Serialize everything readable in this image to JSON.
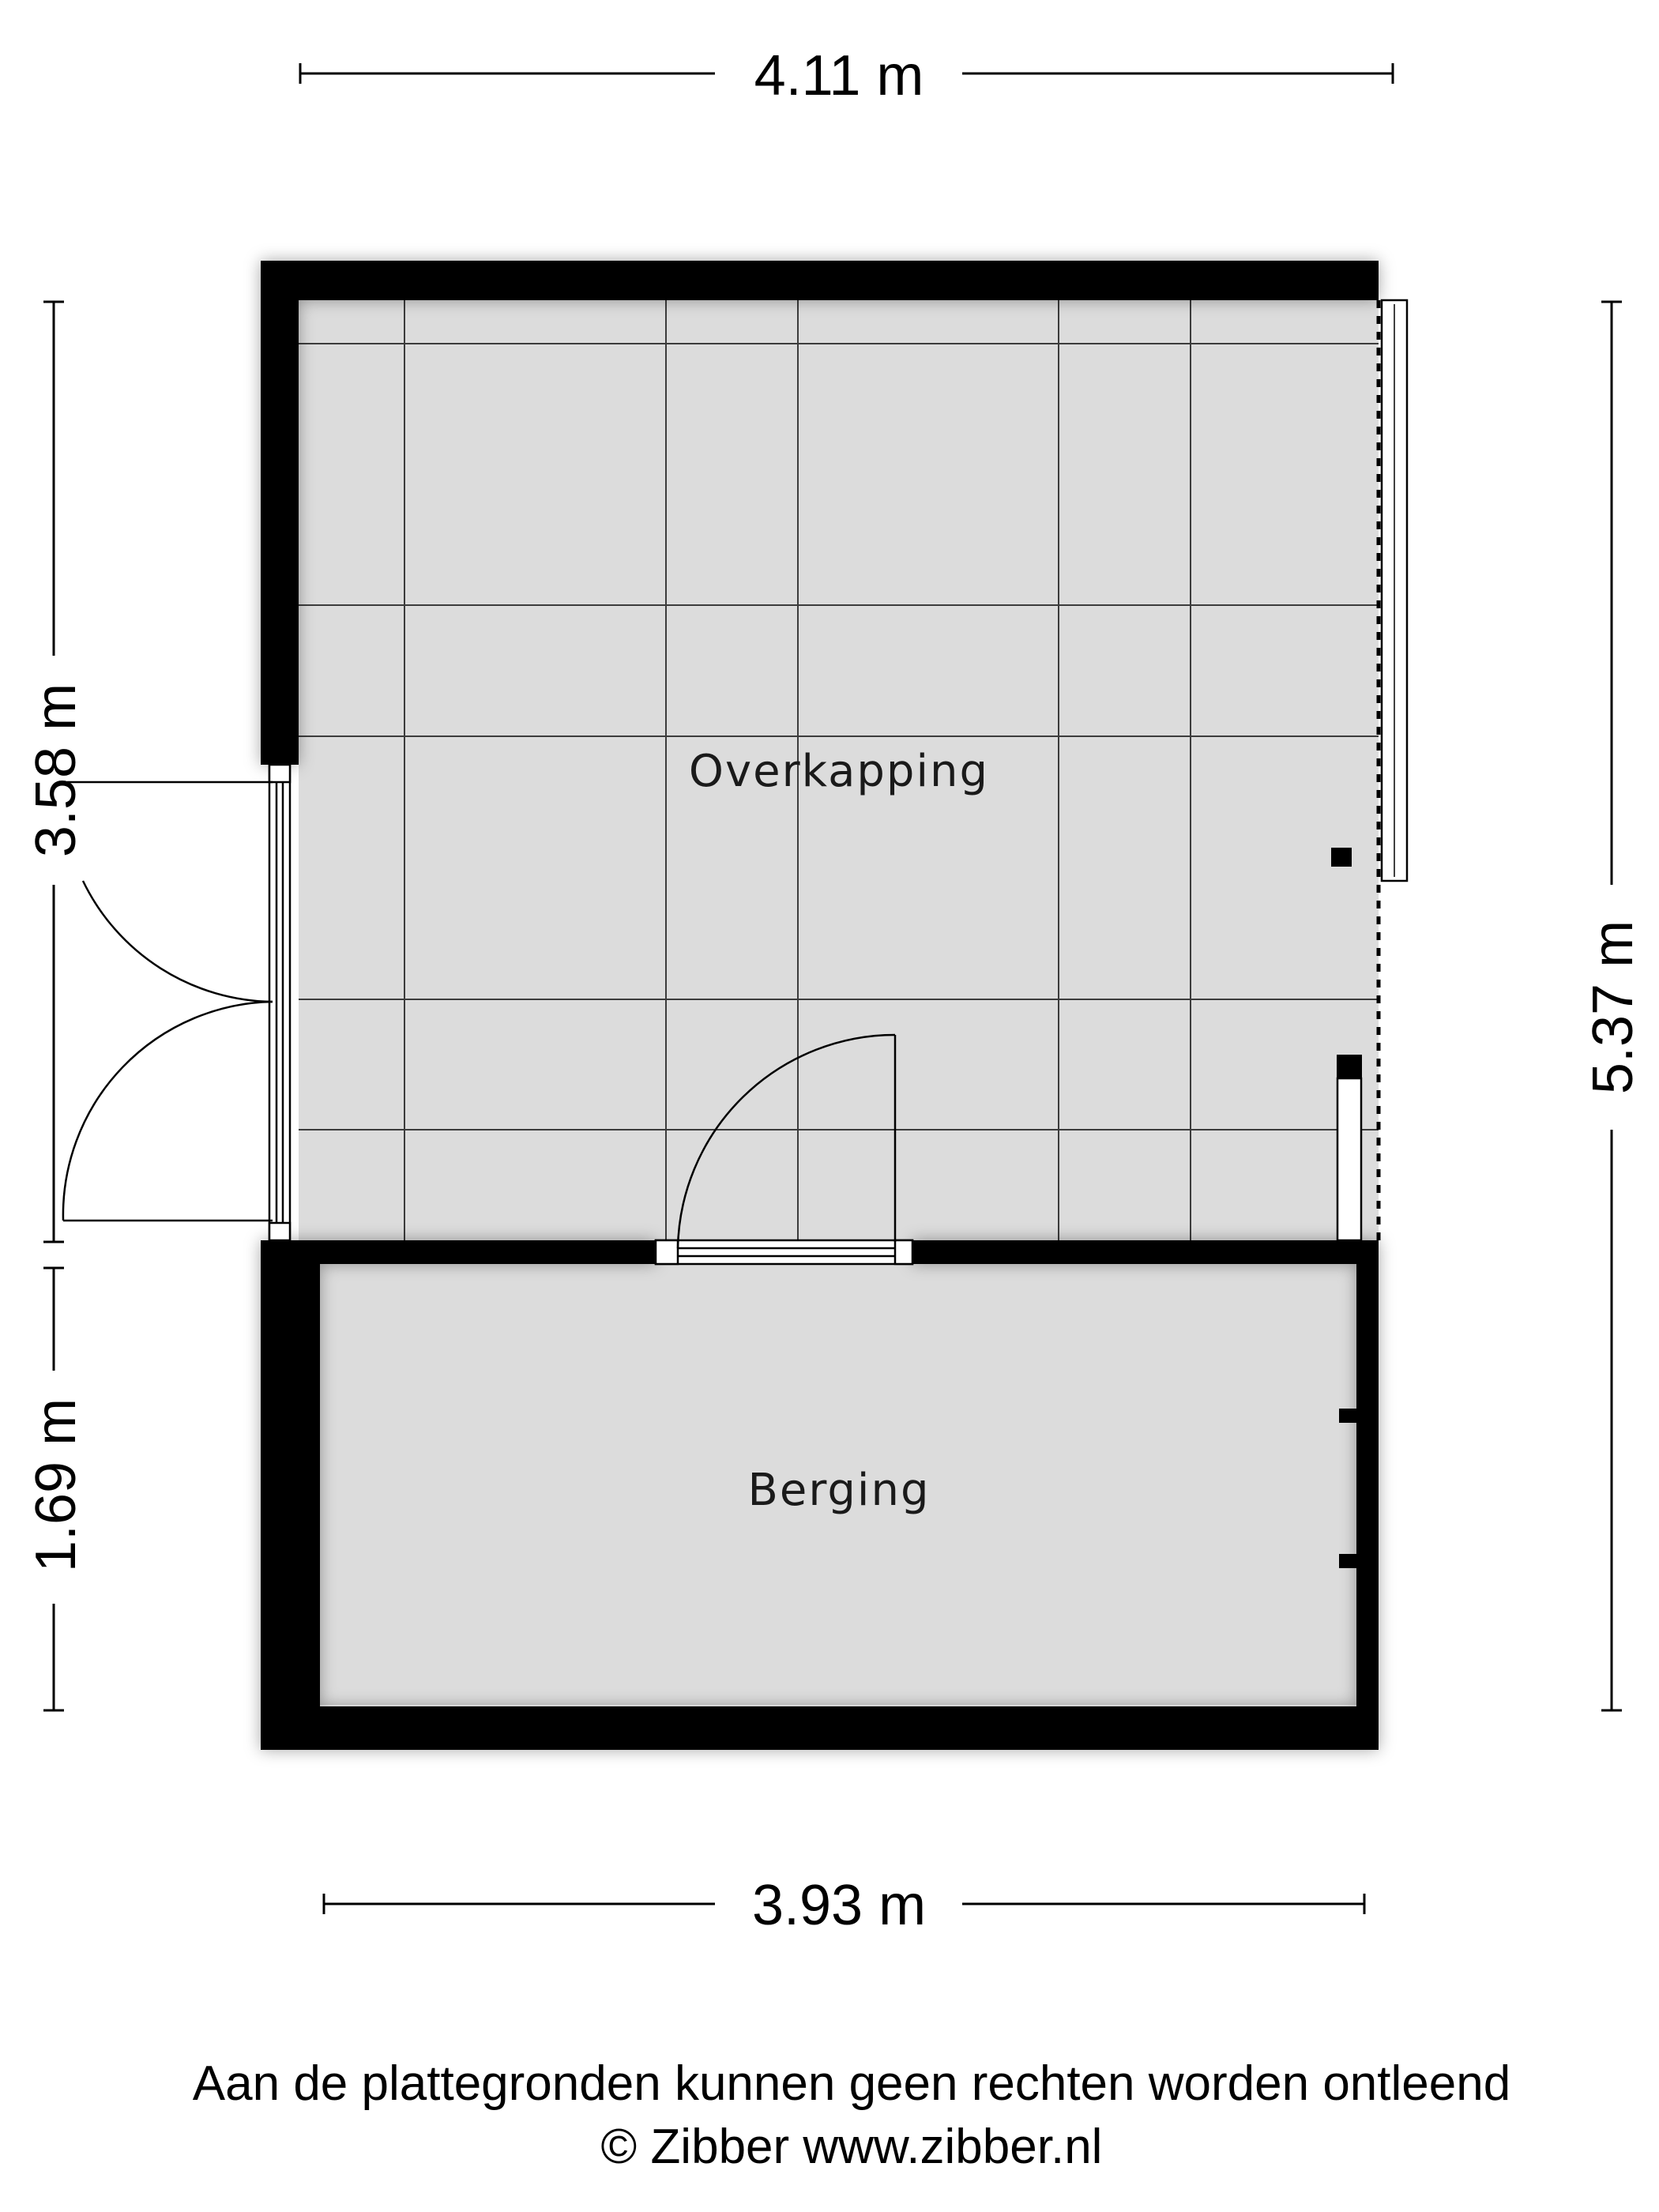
{
  "dimensions": {
    "top_width": "4.11 m",
    "bottom_width": "3.93 m",
    "right_height": "5.37 m",
    "left_upper": "3.58 m",
    "left_lower": "1.69 m"
  },
  "rooms": {
    "covered_area": "Overkapping",
    "storage": "Berging"
  },
  "footer": {
    "disclaimer": "Aan de plattegronden kunnen geen rechten worden ontleend",
    "copyright": "© Zibber www.zibber.nl"
  },
  "colors": {
    "wall": "#000000",
    "floor": "#dcdcdc",
    "background": "#ffffff"
  }
}
